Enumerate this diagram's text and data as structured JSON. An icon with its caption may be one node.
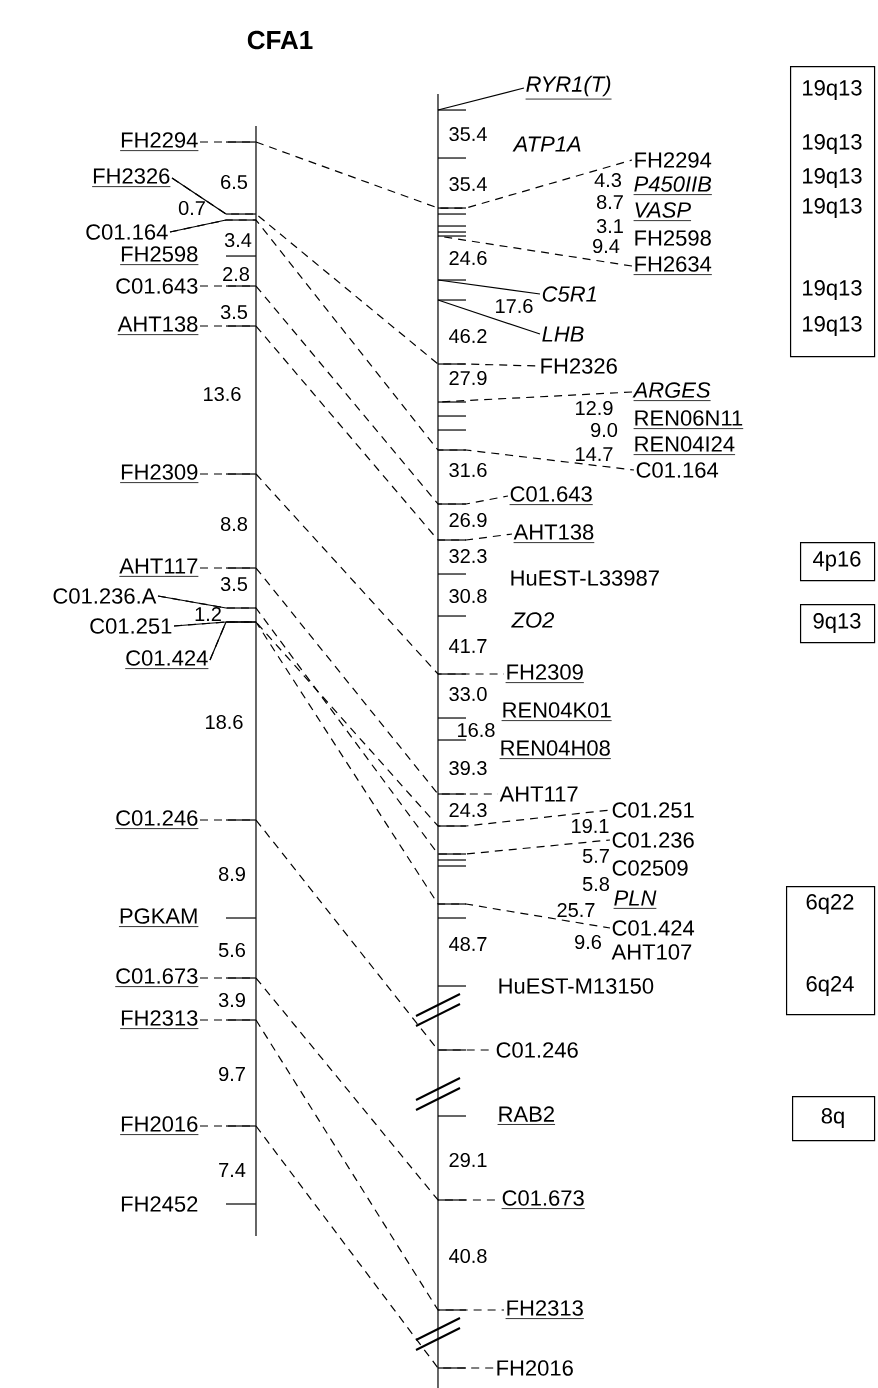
{
  "diagram": {
    "title": "CFA1",
    "nodes": [
      {
        "text": [
          "FH2294"
        ]
      },
      {
        "text": [
          "FH2326"
        ]
      },
      {
        "text": [
          "C01.164"
        ]
      },
      {
        "text": [
          "FH2598"
        ]
      },
      {
        "text": [
          "C01.643"
        ]
      },
      {
        "text": [
          "AHT138"
        ]
      },
      {
        "text": [
          "FH2309"
        ]
      },
      {
        "text": [
          "AHT117"
        ]
      },
      {
        "text": [
          "C01.236.A"
        ]
      },
      {
        "text": [
          "C01.251"
        ]
      },
      {
        "text": [
          "C01.424"
        ]
      },
      {
        "text": [
          "C01.246"
        ]
      },
      {
        "text": [
          "PGKAM"
        ]
      },
      {
        "text": [
          "C01.673"
        ]
      },
      {
        "text": [
          "FH2313"
        ]
      },
      {
        "text": [
          "FH2016"
        ]
      },
      {
        "text": [
          "FH2452"
        ]
      },
      {
        "text": [
          "RYR1(T)"
        ]
      },
      {
        "text": [
          "ATP1A"
        ]
      },
      {
        "text": [
          "FH2294"
        ]
      },
      {
        "text": [
          "P450IIB"
        ]
      },
      {
        "text": [
          "VASP"
        ]
      },
      {
        "text": [
          "FH2598"
        ]
      },
      {
        "text": [
          "FH2634"
        ]
      },
      {
        "text": [
          "C5R1"
        ]
      },
      {
        "text": [
          "LHB"
        ]
      },
      {
        "text": [
          "FH2326"
        ]
      },
      {
        "text": [
          "ARGES"
        ]
      },
      {
        "text": [
          "REN06N11"
        ]
      },
      {
        "text": [
          "REN04I24"
        ]
      },
      {
        "text": [
          "C01.164"
        ]
      },
      {
        "text": [
          "C01.643"
        ]
      },
      {
        "text": [
          "AHT138"
        ]
      },
      {
        "text": [
          "HuEST-L33987"
        ]
      },
      {
        "text": [
          "ZO2"
        ]
      },
      {
        "text": [
          "FH2309"
        ]
      },
      {
        "text": [
          "REN04K01"
        ]
      },
      {
        "text": [
          "REN04H08"
        ]
      },
      {
        "text": [
          "AHT117"
        ]
      },
      {
        "text": [
          "C01.251"
        ]
      },
      {
        "text": [
          "C01.236"
        ]
      },
      {
        "text": [
          "C02509"
        ]
      },
      {
        "text": [
          "PLN"
        ]
      },
      {
        "text": [
          "C01.424"
        ]
      },
      {
        "text": [
          "AHT107"
        ]
      },
      {
        "text": [
          "HuEST-M13150"
        ]
      },
      {
        "text": [
          "C01.246"
        ]
      },
      {
        "text": [
          "RAB2"
        ]
      },
      {
        "text": [
          "C01.673"
        ]
      },
      {
        "text": [
          "FH2313"
        ]
      },
      {
        "text": [
          "FH2016"
        ]
      },
      {
        "text": [
          "19q13",
          "19q13",
          "19q13",
          "19q13",
          "19q13",
          "19q13"
        ]
      },
      {
        "text": [
          "4p16"
        ]
      },
      {
        "text": [
          "9q13"
        ]
      },
      {
        "text": [
          "6q22",
          "6q24"
        ]
      },
      {
        "text": [
          "8q"
        ]
      }
    ],
    "edges": [
      {
        "from": 0,
        "to": 19,
        "arrow": "none",
        "style": "dashed"
      },
      {
        "from": 1,
        "to": 26,
        "arrow": "none",
        "style": "dashed"
      },
      {
        "from": 2,
        "to": 30,
        "arrow": "none",
        "style": "dashed"
      },
      {
        "from": 4,
        "to": 31,
        "arrow": "none",
        "style": "dashed"
      },
      {
        "from": 5,
        "to": 32,
        "arrow": "none",
        "style": "dashed"
      },
      {
        "from": 6,
        "to": 35,
        "arrow": "none",
        "style": "dashed"
      },
      {
        "from": 7,
        "to": 38,
        "arrow": "none",
        "style": "dashed"
      },
      {
        "from": 9,
        "to": 39,
        "arrow": "none",
        "style": "dashed"
      },
      {
        "from": 8,
        "to": 40,
        "arrow": "none",
        "style": "dashed"
      },
      {
        "from": 10,
        "to": 43,
        "arrow": "none",
        "style": "dashed"
      },
      {
        "from": 11,
        "to": 46,
        "arrow": "none",
        "style": "dashed"
      },
      {
        "from": 13,
        "to": 48,
        "arrow": "none",
        "style": "dashed"
      },
      {
        "from": 14,
        "to": 49,
        "arrow": "none",
        "style": "dashed"
      },
      {
        "from": 15,
        "to": 50,
        "arrow": "none",
        "style": "dashed"
      },
      {
        "from": 17,
        "to": null,
        "arrow": "none"
      },
      {
        "from": 23,
        "to": null,
        "arrow": "none",
        "style": "dashed"
      },
      {
        "from": 24,
        "to": null,
        "arrow": "none"
      },
      {
        "from": 25,
        "to": null,
        "arrow": "none"
      },
      {
        "from": 27,
        "to": null,
        "arrow": "none",
        "style": "dashed"
      }
    ],
    "labels": [
      "6.5",
      "0.7",
      "3.4",
      "2.8",
      "3.5",
      "13.6",
      "8.8",
      "3.5",
      "1.2",
      "18.6",
      "8.9",
      "5.6",
      "3.9",
      "9.7",
      "7.4",
      "35.4",
      "35.4",
      "4.3",
      "8.7",
      "3.1",
      "9.4",
      "24.6",
      "17.6",
      "46.2",
      "27.9",
      "12.9",
      "9.0",
      "14.7",
      "31.6",
      "26.9",
      "32.3",
      "30.8",
      "41.7",
      "33.0",
      "16.8",
      "39.3",
      "24.3",
      "19.1",
      "5.7",
      "5.8",
      "25.7",
      "9.6",
      "48.7",
      "29.1",
      "40.8"
    ]
  }
}
